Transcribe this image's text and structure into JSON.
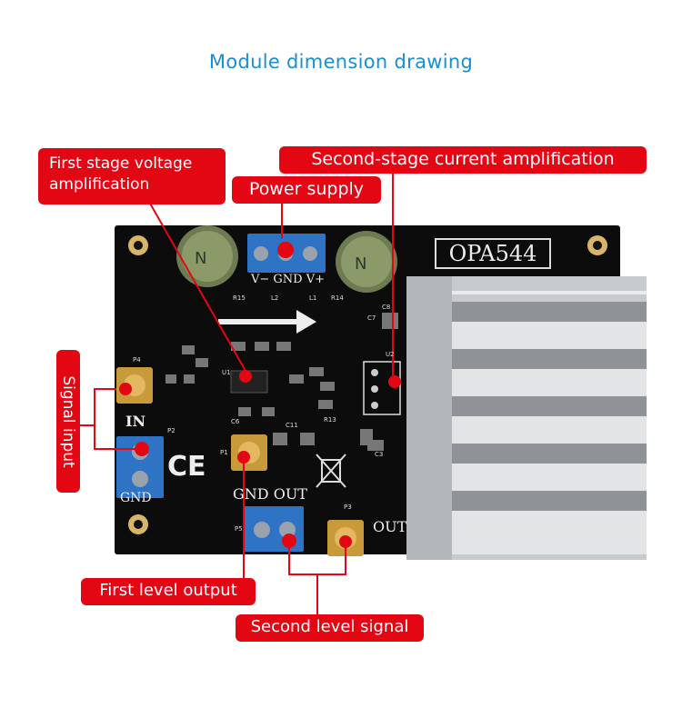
{
  "title": "Module dimension drawing",
  "callouts": {
    "first_stage_line1": "First stage voltage",
    "first_stage_line2": "amplification",
    "second_stage": "Second-stage current amplification",
    "power_supply": "Power supply",
    "signal_input": "Signal input",
    "first_level_output": "First level output",
    "second_level_signal": "Second level signal"
  },
  "board": {
    "chip_label": "OPA544",
    "power_pins": "V−  GND  V+",
    "in_label": "IN",
    "gnd_label": "GND",
    "gnd_out_label": "GND OUT",
    "out_label": "OUT",
    "ce_mark": "CE",
    "ref_p4": "P4",
    "ref_p1": "P1",
    "ref_p3": "P3",
    "ref_p5": "P5",
    "ref_p2": "P2",
    "ref_u1": "U1",
    "ref_u2": "U2",
    "ref_r15": "R15",
    "ref_r14": "R14",
    "ref_l1": "L1",
    "ref_l2": "L2",
    "ref_r13": "R13",
    "ref_c11": "C11",
    "ref_c6": "C6",
    "ref_c8": "C8",
    "ref_c7": "C7",
    "ref_c3": "C3"
  },
  "colors": {
    "callout_red": "#e30613",
    "title_blue": "#1a8fd0",
    "terminal_blue": "#2f73c4",
    "heatsink": "#b9bcbf",
    "brass": "#c99a3a"
  }
}
